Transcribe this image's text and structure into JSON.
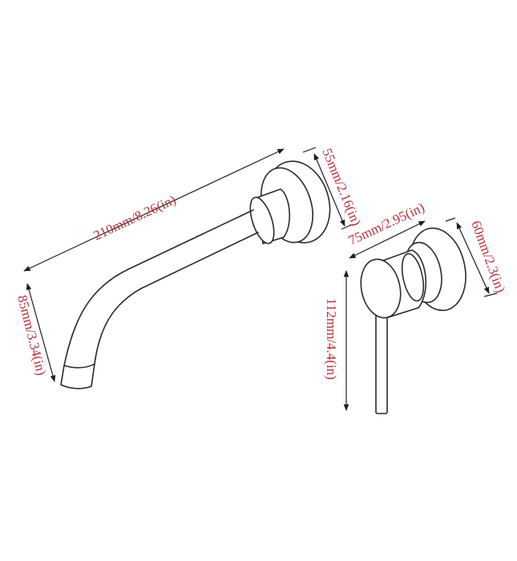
{
  "diagram": {
    "label_color": "#b8303a",
    "line_color": "#2a2a2a",
    "spout": {
      "length_label": "210mm/8.26(in)",
      "flange_label": "55mm/2.16(in)",
      "drop_label": "85mm/3.34(in)"
    },
    "mixer": {
      "depth_label": "75mm/2.95(in)",
      "flange_label": "60mm/2.3(in)",
      "lever_label": "112mm/4.4(in)"
    }
  }
}
